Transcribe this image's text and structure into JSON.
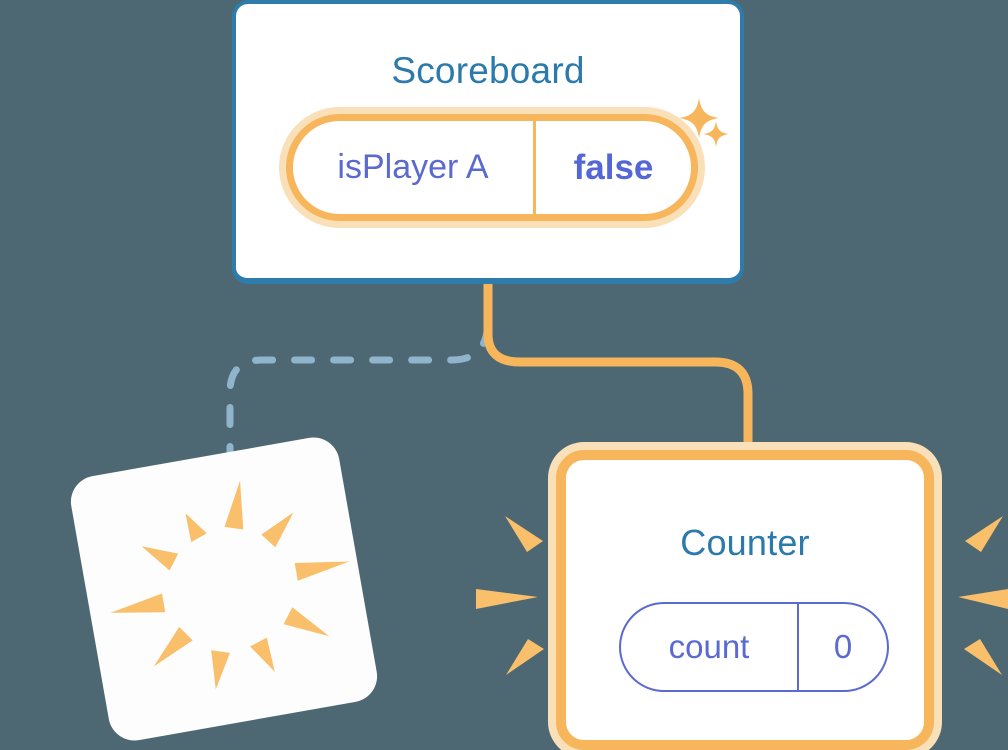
{
  "diagram": {
    "title": "Component state diagram",
    "background_color": "#4d6873"
  },
  "colors": {
    "background": "#4d6873",
    "card_border_blue": "#2d7cab",
    "title_blue": "#2b7aab",
    "highlight_orange": "#f8b65c",
    "highlight_orange_glow": "#fae0b8",
    "value_indigo": "#5b6ad0",
    "value_indigo_bold": "#5567d4",
    "dashed_edge_blue": "#8fb4cc",
    "card_white": "#ffffff"
  },
  "nodes": {
    "scoreboard": {
      "title": "Scoreboard",
      "state_row": {
        "key": "isPlayer A",
        "value": "false",
        "highlighted": true
      }
    },
    "counter": {
      "title": "Counter",
      "state_row": {
        "key": "count",
        "value": "0",
        "highlighted": false
      },
      "highlighted": true
    },
    "blank_card": {
      "title": "",
      "highlighted": true
    }
  },
  "edges": [
    {
      "name": "scoreboard-to-counter",
      "style": "solid",
      "color": "#f8b65c",
      "from": "scoreboard",
      "to": "counter"
    },
    {
      "name": "scoreboard-to-blank-card",
      "style": "dashed",
      "color": "#8fb4cc",
      "from": "scoreboard",
      "to": "blank_card"
    }
  ],
  "decorations": {
    "sparkle_large": "sparkle-icon",
    "sparkle_small": "sparkle-icon",
    "burst_blank_card": "burst-rays-icon",
    "burst_counter_left": "burst-rays-icon",
    "burst_counter_right": "burst-rays-icon"
  }
}
